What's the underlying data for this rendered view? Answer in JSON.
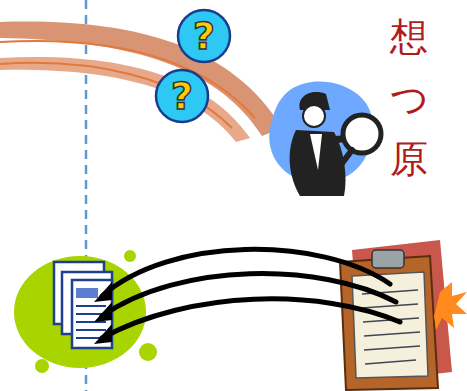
{
  "diagram": {
    "nodes": [
      {
        "text": [
          "?"
        ]
      },
      {
        "text": [
          "?"
        ]
      }
    ],
    "labels": [
      "想",
      "つ",
      "原"
    ]
  }
}
